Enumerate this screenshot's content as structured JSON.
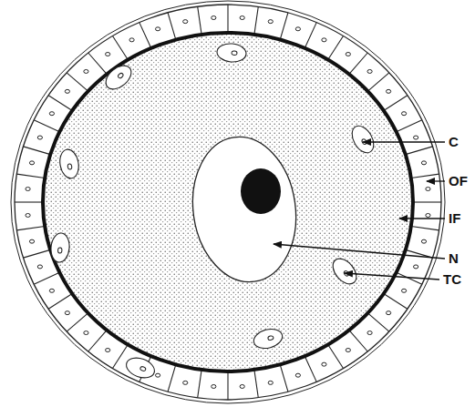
{
  "diagram": {
    "labels": [
      "C",
      "OF",
      "IF",
      "N",
      "TC"
    ]
  }
}
